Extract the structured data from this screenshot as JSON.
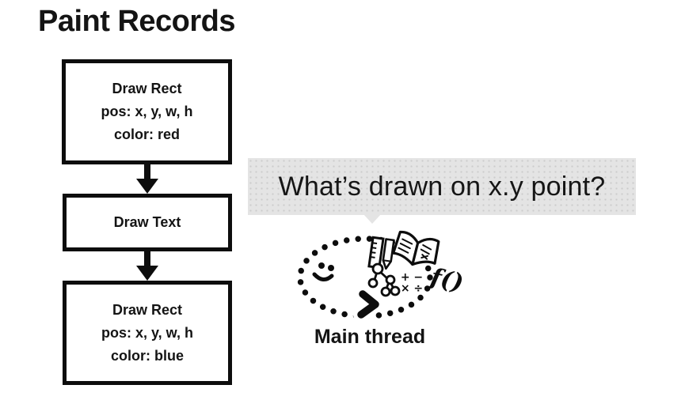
{
  "title": "Paint Records",
  "colors": {
    "ink": "#111111",
    "box_border": "#0d0d0d",
    "bubble_bg": "#e4e4e4"
  },
  "flow": {
    "boxes": [
      {
        "id": "draw-rect-red",
        "lines": [
          "Draw Rect",
          "pos: x, y, w, h",
          "color: red"
        ]
      },
      {
        "id": "draw-text",
        "lines": [
          "Draw Text"
        ]
      },
      {
        "id": "draw-rect-blue",
        "lines": [
          "Draw Rect",
          "pos: x, y, w, h",
          "color: blue"
        ]
      }
    ]
  },
  "bubble": {
    "text": "What’s drawn on x.y point?"
  },
  "main_thread": {
    "label": "Main thread",
    "math_row1": "+ −",
    "math_row2": "× ÷",
    "function_text": "f()",
    "icons": [
      "smiley-face",
      "ruler",
      "pencil",
      "open-book",
      "tree-diagram",
      "math-symbols",
      "function-notation",
      "loop-chevron-arrow"
    ]
  }
}
